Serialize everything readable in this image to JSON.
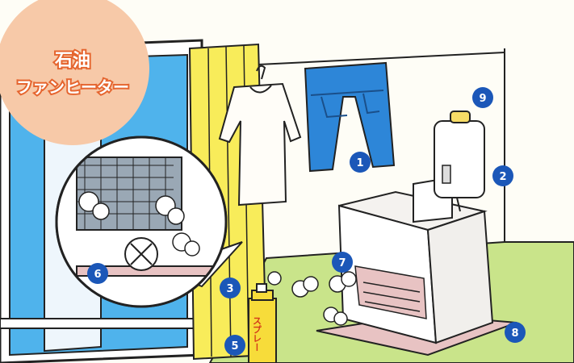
{
  "title": {
    "line1": "石油",
    "line2": "ファンヒーター"
  },
  "spray_label": "スプレー",
  "markers": [
    "1",
    "2",
    "3",
    "5",
    "6",
    "7",
    "8",
    "9"
  ],
  "colors": {
    "badge": "#f7c9a8",
    "badge_text": "#ffffff",
    "badge_outline": "#e5652f",
    "marker": "#1b57b8",
    "wall": "#fefdf6",
    "floor": "#c9e48a",
    "window_glass": "#4fb3ec",
    "curtain": "#f8ec5a",
    "clothes_blue": "#2d86d8",
    "heater_panel": "#e8c3c3"
  }
}
